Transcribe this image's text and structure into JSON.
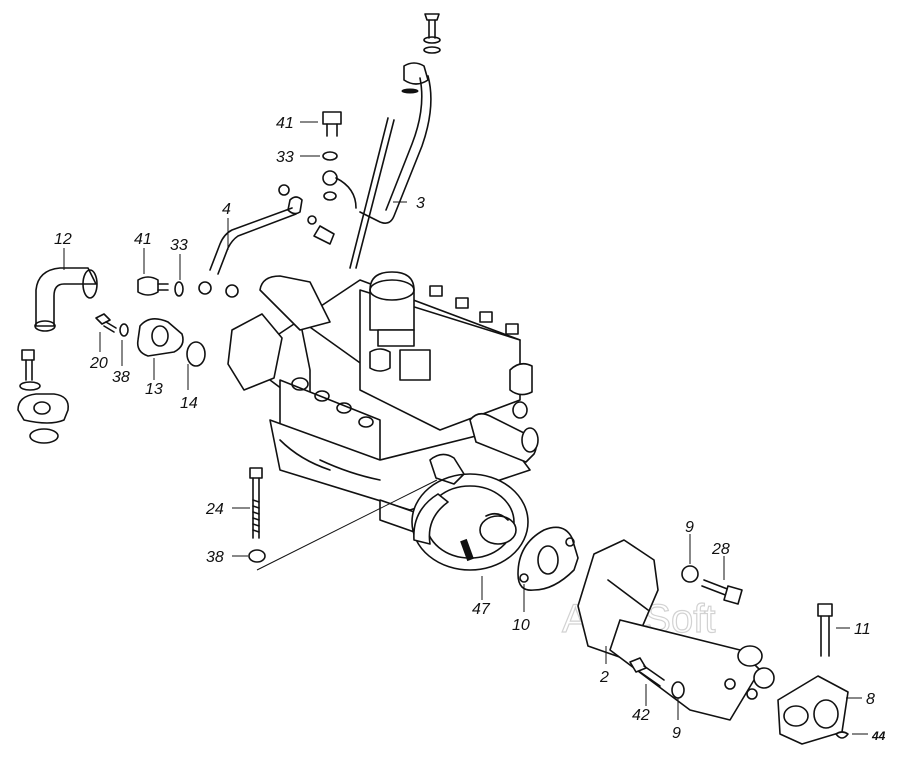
{
  "watermark": "AutoSoft",
  "callouts": [
    {
      "id": "c41a",
      "label": "41"
    },
    {
      "id": "c33a",
      "label": "33"
    },
    {
      "id": "c3",
      "label": "3"
    },
    {
      "id": "c4",
      "label": "4"
    },
    {
      "id": "c12",
      "label": "12"
    },
    {
      "id": "c41b",
      "label": "41"
    },
    {
      "id": "c33b",
      "label": "33"
    },
    {
      "id": "c20",
      "label": "20"
    },
    {
      "id": "c38a",
      "label": "38"
    },
    {
      "id": "c13",
      "label": "13"
    },
    {
      "id": "c14",
      "label": "14"
    },
    {
      "id": "c24",
      "label": "24"
    },
    {
      "id": "c38b",
      "label": "38"
    },
    {
      "id": "c47",
      "label": "47"
    },
    {
      "id": "c10",
      "label": "10"
    },
    {
      "id": "c9a",
      "label": "9"
    },
    {
      "id": "c28",
      "label": "28"
    },
    {
      "id": "c2",
      "label": "2"
    },
    {
      "id": "c42",
      "label": "42"
    },
    {
      "id": "c9b",
      "label": "9"
    },
    {
      "id": "c11",
      "label": "11"
    },
    {
      "id": "c8",
      "label": "8"
    },
    {
      "id": "c44",
      "label": "44"
    }
  ]
}
